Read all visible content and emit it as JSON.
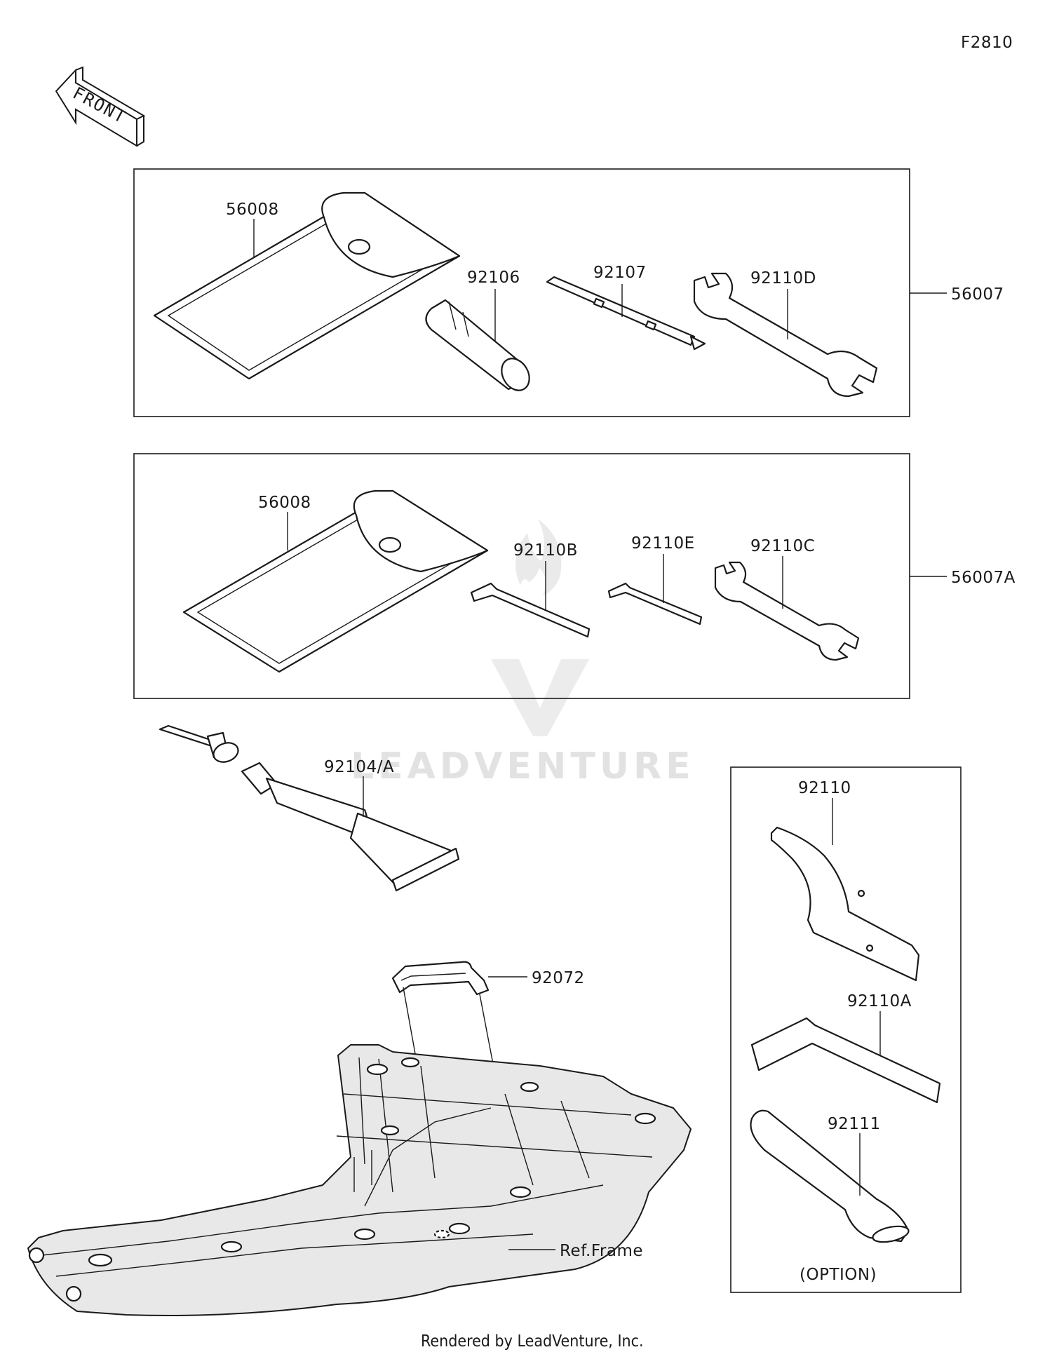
{
  "figure_code": "F2810",
  "front_label": "FRONT",
  "watermark_text": "LEADVENTURE",
  "footer_text": "Rendered by LeadVenture, Inc.",
  "kit1": {
    "kit_label": "56007",
    "parts": [
      "56008",
      "92106",
      "92107",
      "92110D"
    ]
  },
  "kit2": {
    "kit_label": "56007A",
    "parts": [
      "56008",
      "92110B",
      "92110E",
      "92110C"
    ]
  },
  "loose_parts": {
    "tube": "92104/A",
    "clip": "92072",
    "frame_ref": "Ref.Frame"
  },
  "option_box": {
    "parts": [
      "92110",
      "92110A",
      "92111"
    ],
    "caption": "(OPTION)"
  }
}
